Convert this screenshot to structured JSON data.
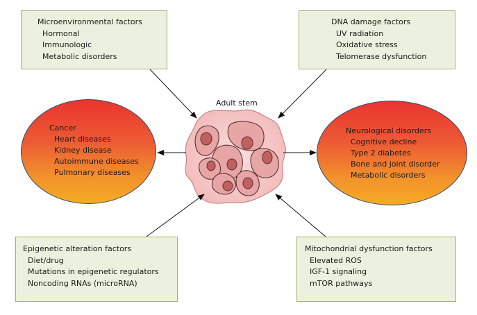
{
  "center": {
    "label": "Adult stem"
  },
  "boxes": {
    "microenvironmental": {
      "title": "Microenvironmental factors",
      "items": [
        "Hormonal",
        "Immunologic",
        "Metabolic disorders"
      ]
    },
    "dna_damage": {
      "title": "DNA damage factors",
      "items": [
        "UV radiation",
        "Oxidative stress",
        "Telomerase dysfunction"
      ]
    },
    "epigenetic": {
      "title": "Epigenetic alteration factors",
      "items": [
        "Diet/drug",
        "Mutations in epigenetic regulators",
        "Noncoding RNAs (microRNA)"
      ]
    },
    "mitochondrial": {
      "title": "Mitochondrial dysfunction factors",
      "items": [
        "Elevated ROS",
        "IGF-1 signaling",
        "mTOR pathways"
      ]
    }
  },
  "outcomes": {
    "left": {
      "title": "Cancer",
      "items": [
        "Heart diseases",
        "Kidney disease",
        "Autoimmune diseases",
        "Pulmonary diseases"
      ]
    },
    "right": {
      "title": "Neurological disorders",
      "items": [
        "Cognitive decline",
        "Type 2 diabetes",
        "Bone and joint disorder",
        "Metabolic disorders"
      ]
    }
  },
  "colors": {
    "box_fill": "#ebf1de",
    "box_border": "#9bb56b",
    "ellipse_top": "#e9352f",
    "ellipse_bottom": "#f5ab25",
    "cell_fill": "#f4c6c6",
    "nucleus_fill": "#c0605f"
  }
}
